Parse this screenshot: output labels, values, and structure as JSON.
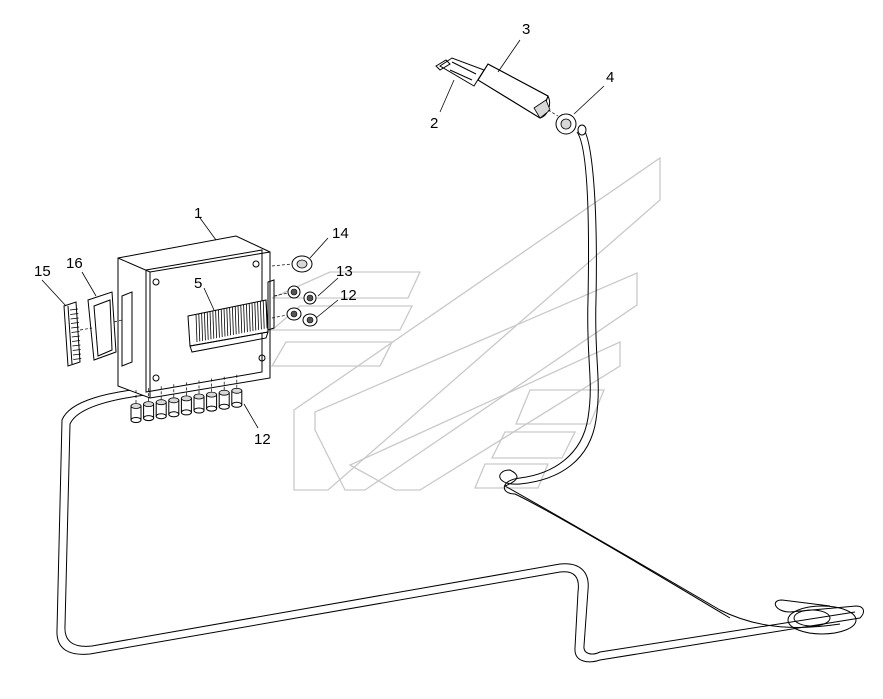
{
  "diagram": {
    "callouts": [
      {
        "id": "label-1",
        "text": "1"
      },
      {
        "id": "label-2",
        "text": "2"
      },
      {
        "id": "label-3",
        "text": "3"
      },
      {
        "id": "label-4",
        "text": "4"
      },
      {
        "id": "label-5",
        "text": "5"
      },
      {
        "id": "label-12-top",
        "text": "12"
      },
      {
        "id": "label-12-bottom",
        "text": "12"
      },
      {
        "id": "label-13",
        "text": "13"
      },
      {
        "id": "label-14",
        "text": "14"
      },
      {
        "id": "label-15",
        "text": "15"
      },
      {
        "id": "label-16",
        "text": "16"
      }
    ]
  }
}
